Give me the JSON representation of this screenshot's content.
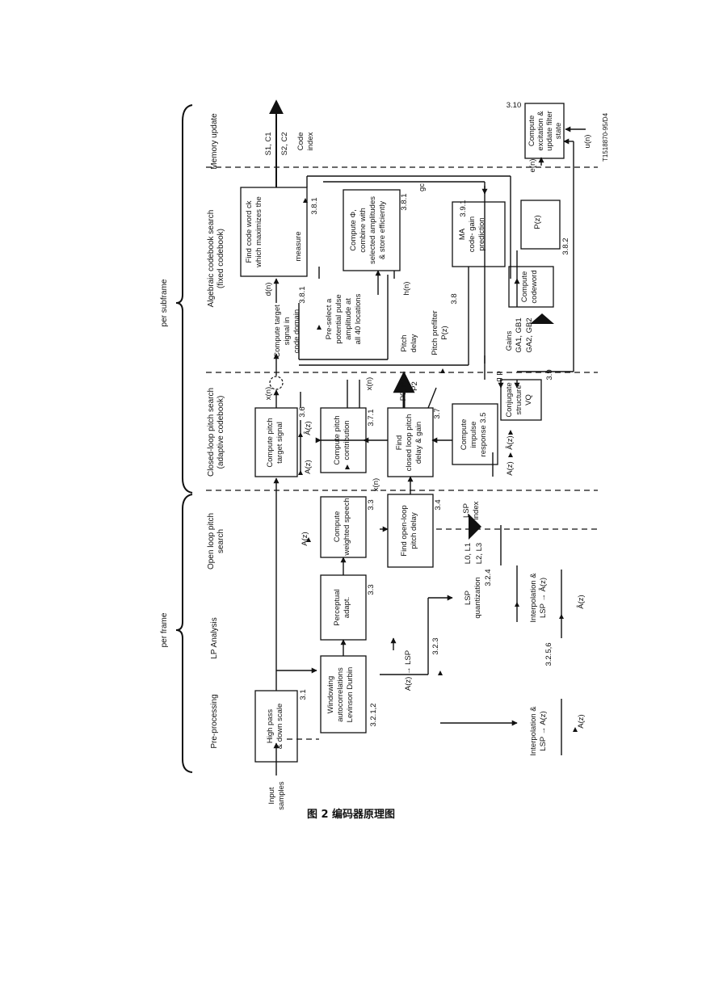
{
  "caption": "图 2  编码器原理图",
  "frame_labels": {
    "per_subframe": "per subframe",
    "per_frame": "per frame"
  },
  "columns": {
    "memory": "Memory update",
    "algebraic_1": "Algebraic codebook search",
    "algebraic_2": "(fixed codebook)",
    "closed_1": "Closed-loop pitch search",
    "closed_2": "(adaptive codebook)",
    "open_1": "Open loop pitch",
    "open_2": "search",
    "lp": "LP Analysis",
    "pre": "Pre-processing"
  },
  "blocks": {
    "highpass": {
      "lines": [
        "High pass",
        "& down scale"
      ],
      "ref": "3.1"
    },
    "windowing": {
      "lines": [
        "Windowing",
        "autocorrelations",
        "Levinson Durbin"
      ],
      "ref": "3.2.1,2"
    },
    "perceptual": {
      "lines": [
        "Perceptual",
        "adapt."
      ],
      "ref": "3.3"
    },
    "weighted": {
      "lines": [
        "Compute",
        "weighted speech"
      ],
      "ref": "3.3"
    },
    "openloop": {
      "lines": [
        "Find open-loop",
        "pitch delay"
      ],
      "ref": "3.4"
    },
    "target": {
      "lines": [
        "Compute pitch",
        "target signal"
      ],
      "ref": "3.6"
    },
    "contribution": {
      "lines": [
        "Compute pitch",
        "contribution"
      ],
      "ref": "3.7.1"
    },
    "closedloop": {
      "lines": [
        "Find",
        "closed loop pitch",
        "delay & gain"
      ],
      "ref": "3.7"
    },
    "impulse": {
      "lines": [
        "Compute",
        "impulse",
        "response 3.5"
      ],
      "ref": ""
    },
    "codeword": {
      "lines": [
        "Find code word ck",
        "which maximizes the",
        "measure"
      ],
      "ref": "3.8.1"
    },
    "phi": {
      "lines": [
        "Compute Φ,",
        "combine with",
        "selected amplitudes",
        "& store efficiently"
      ],
      "ref": "3.8.1"
    },
    "excitation": {
      "lines": [
        "Compute",
        "excitation &",
        "update filter",
        "state"
      ],
      "ref": "3.10"
    },
    "conjugate": {
      "lines": [
        "Conjugate",
        "structure",
        "VQ"
      ],
      "ref": "3.9"
    },
    "computecw": {
      "lines": [
        "Compute",
        "codeword"
      ],
      "ref": "3.8.2"
    },
    "ma": {
      "lines": [
        "MA",
        "code- gain",
        "prediction"
      ],
      "ref": "3.9.1"
    }
  },
  "unboxed": {
    "a2lsp": "A(z) → LSP",
    "a2lsp_ref": "3.2.3",
    "lspq": [
      "LSP",
      "quantization"
    ],
    "lspq_ref": "3.2.4",
    "interp1": [
      "Interpolation &",
      "LSP → Â(z)"
    ],
    "interp1_ref": "3.2.5,6",
    "interp2": [
      "Interpolation &",
      "LSP → A(z)"
    ],
    "target_code": [
      "Compute target",
      "signal in",
      "code domain"
    ],
    "preselect": [
      "Pre-select a",
      "potential pulse",
      "amplitude at",
      "all 40 locations"
    ],
    "preselect_ref": "3.8.1",
    "pitch_delay": [
      "Pitch",
      "delay"
    ],
    "prefilter": [
      "Pitch prefilter",
      "P(z)"
    ],
    "prefilter_ref": "3.8"
  },
  "signals": {
    "input": [
      "Input",
      "samples"
    ],
    "lsp_index": [
      "LSP",
      "index"
    ],
    "l01": "L0, L1",
    "l23": "L2, L3",
    "p01": "P0, P1",
    "p2": "P2",
    "s1c1": "S1, C1",
    "s2c2": "S2, C2",
    "code_index": [
      "Code",
      "index"
    ],
    "gains": "Gains",
    "ga1gb1": "GA1, GB1",
    "ga2gb2": "GA2, GB2",
    "gc": "gc",
    "gp": "g p",
    "dn": "d(n)",
    "hn": "h(n)",
    "xn": "x(n)",
    "xn2": "x(n)",
    "xn3": "x(n)",
    "en": "e(n)",
    "un": "u(n)",
    "az": "A(z)",
    "ahz": "Â(z)",
    "pz": "P(z)"
  },
  "fig_code": "T1518870-95/D4"
}
